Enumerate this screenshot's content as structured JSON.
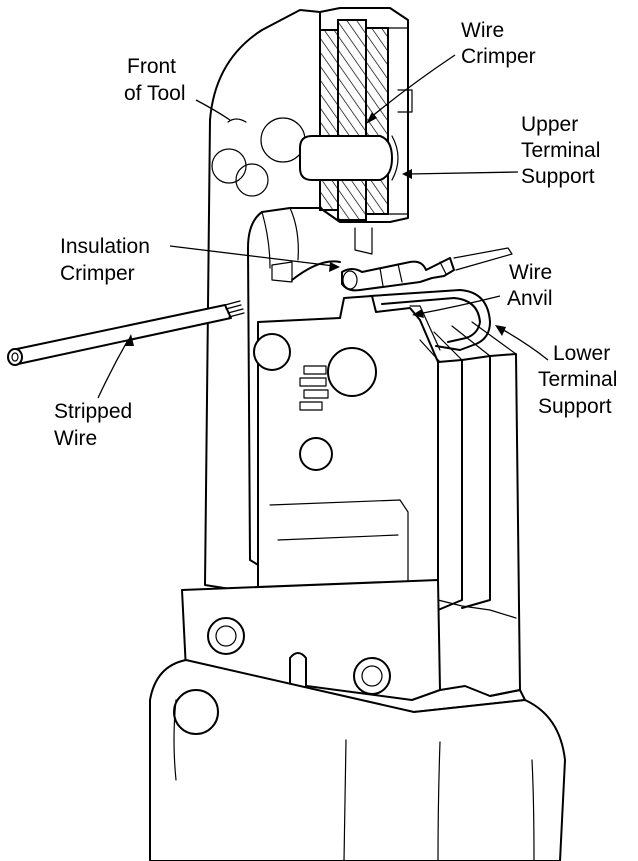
{
  "figure": {
    "labels": {
      "wire_crimper": [
        "Wire",
        "Crimper"
      ],
      "front_of_tool": [
        "Front",
        "of Tool"
      ],
      "upper_terminal_support": [
        "Upper",
        "Terminal",
        "Support"
      ],
      "insulation_crimper": [
        "Insulation",
        "Crimper"
      ],
      "wire_anvil": [
        "Wire",
        "Anvil"
      ],
      "lower_terminal_support": [
        "Lower",
        "Terminal",
        "Support"
      ],
      "stripped_wire": [
        "Stripped",
        "Wire"
      ]
    }
  }
}
